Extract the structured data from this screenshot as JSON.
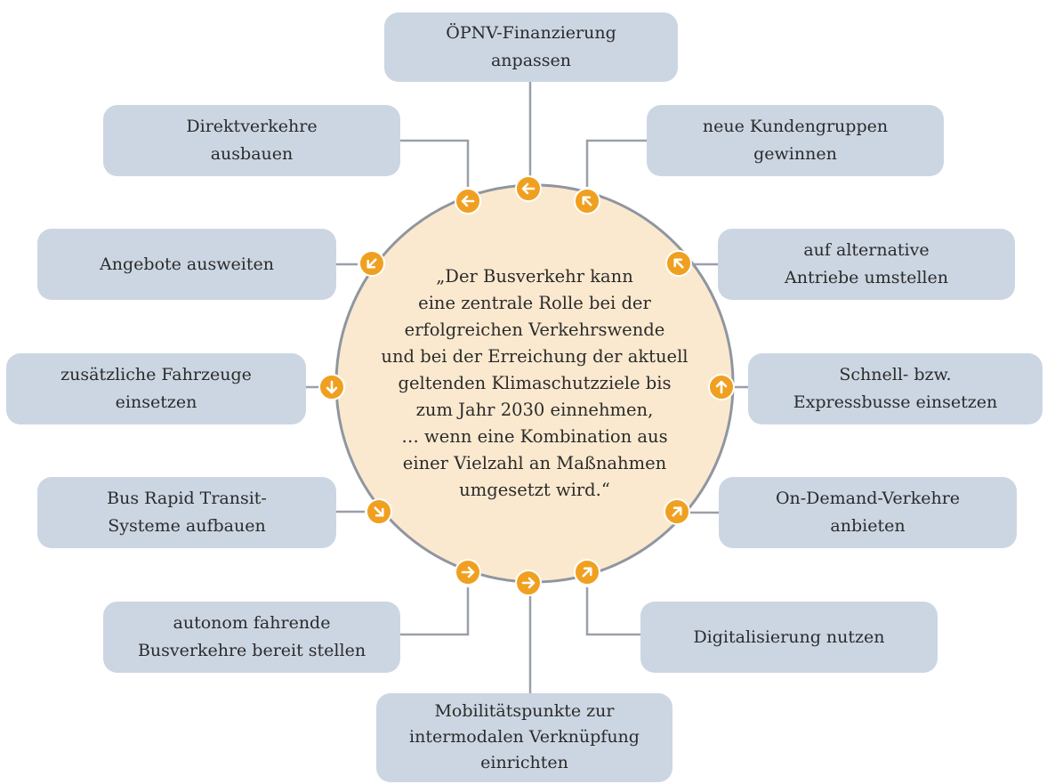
{
  "center_quote": "„Der Busverkehr kann\neine zentrale Rolle bei der\nerfolgreichen Verkehrswende\nund bei der Erreichung der aktuell\ngeltenden Klimaschutzziele bis\nzum Jahr 2030 einnehmen,\n… wenn eine Kombination aus\neiner Vielzahl an Maßnahmen\numgesetzt wird.“",
  "measures": {
    "oepnv_finanzierung": "ÖPNV-Finanzierung\nanpassen",
    "direktverkehre": "Direktverkehre\nausbauen",
    "kundengruppen": "neue Kundengruppen\ngewinnen",
    "angebote": "Angebote ausweiten",
    "alternative_antriebe": "auf alternative\nAntriebe umstellen",
    "fahrzeuge": "zusätzliche Fahrzeuge\neinsetzen",
    "expressbusse": "Schnell- bzw.\nExpressbusse einsetzen",
    "brt": "Bus Rapid Transit-\nSysteme aufbauen",
    "on_demand": "On-Demand-Verkehre\nanbieten",
    "autonom": "autonom fahrende\nBusverkehre bereit stellen",
    "digitalisierung": "Digitalisierung nutzen",
    "mobilitaetspunkte": "Mobilitätspunkte zur\nintermodalen Verknüpfung\neinrichten"
  },
  "colors": {
    "box_fill": "#ccd6e3",
    "circle_fill": "#fbe9cf",
    "circle_ring": "#8f96a0",
    "connector": "#9aa0a8",
    "arrow_badge": "#f0a020",
    "text": "#2b2b2b"
  }
}
